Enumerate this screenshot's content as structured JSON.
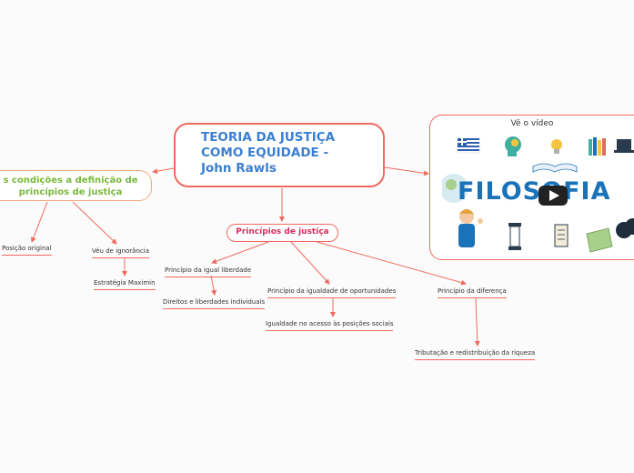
{
  "central": {
    "line1": "TEORIA DA JUSTIÇA",
    "line2": "COMO EQUIDADE -",
    "line3": "John Rawls"
  },
  "branch_conditions": {
    "line1": "s condições a definição de",
    "line2": "princípios de justiça",
    "children": {
      "posicao": "Posição original",
      "veu": "Véu de ignorância",
      "estrategia": "Estratégia Maximin"
    }
  },
  "branch_principles": {
    "label": "Princípios de justiça",
    "liberdade": "Princípio da igual liberdade",
    "direitos": "Direitos e liberdades individuais",
    "oportunidades": "Princípio da igualdade de oportunidades",
    "igualdade_acesso": "Igualdade no acesso às posições sociais",
    "diferenca": "Princípio da diferença",
    "tributacao": "Tributação e redistribuição da riqueza"
  },
  "video": {
    "title": "Vê o vídeo",
    "thumbnail_text": "FILOSOFIA"
  },
  "colors": {
    "line": "#f06a5e",
    "central_text": "#3b7fd1",
    "green_text": "#79b93a",
    "pink_text": "#d62d5c"
  }
}
